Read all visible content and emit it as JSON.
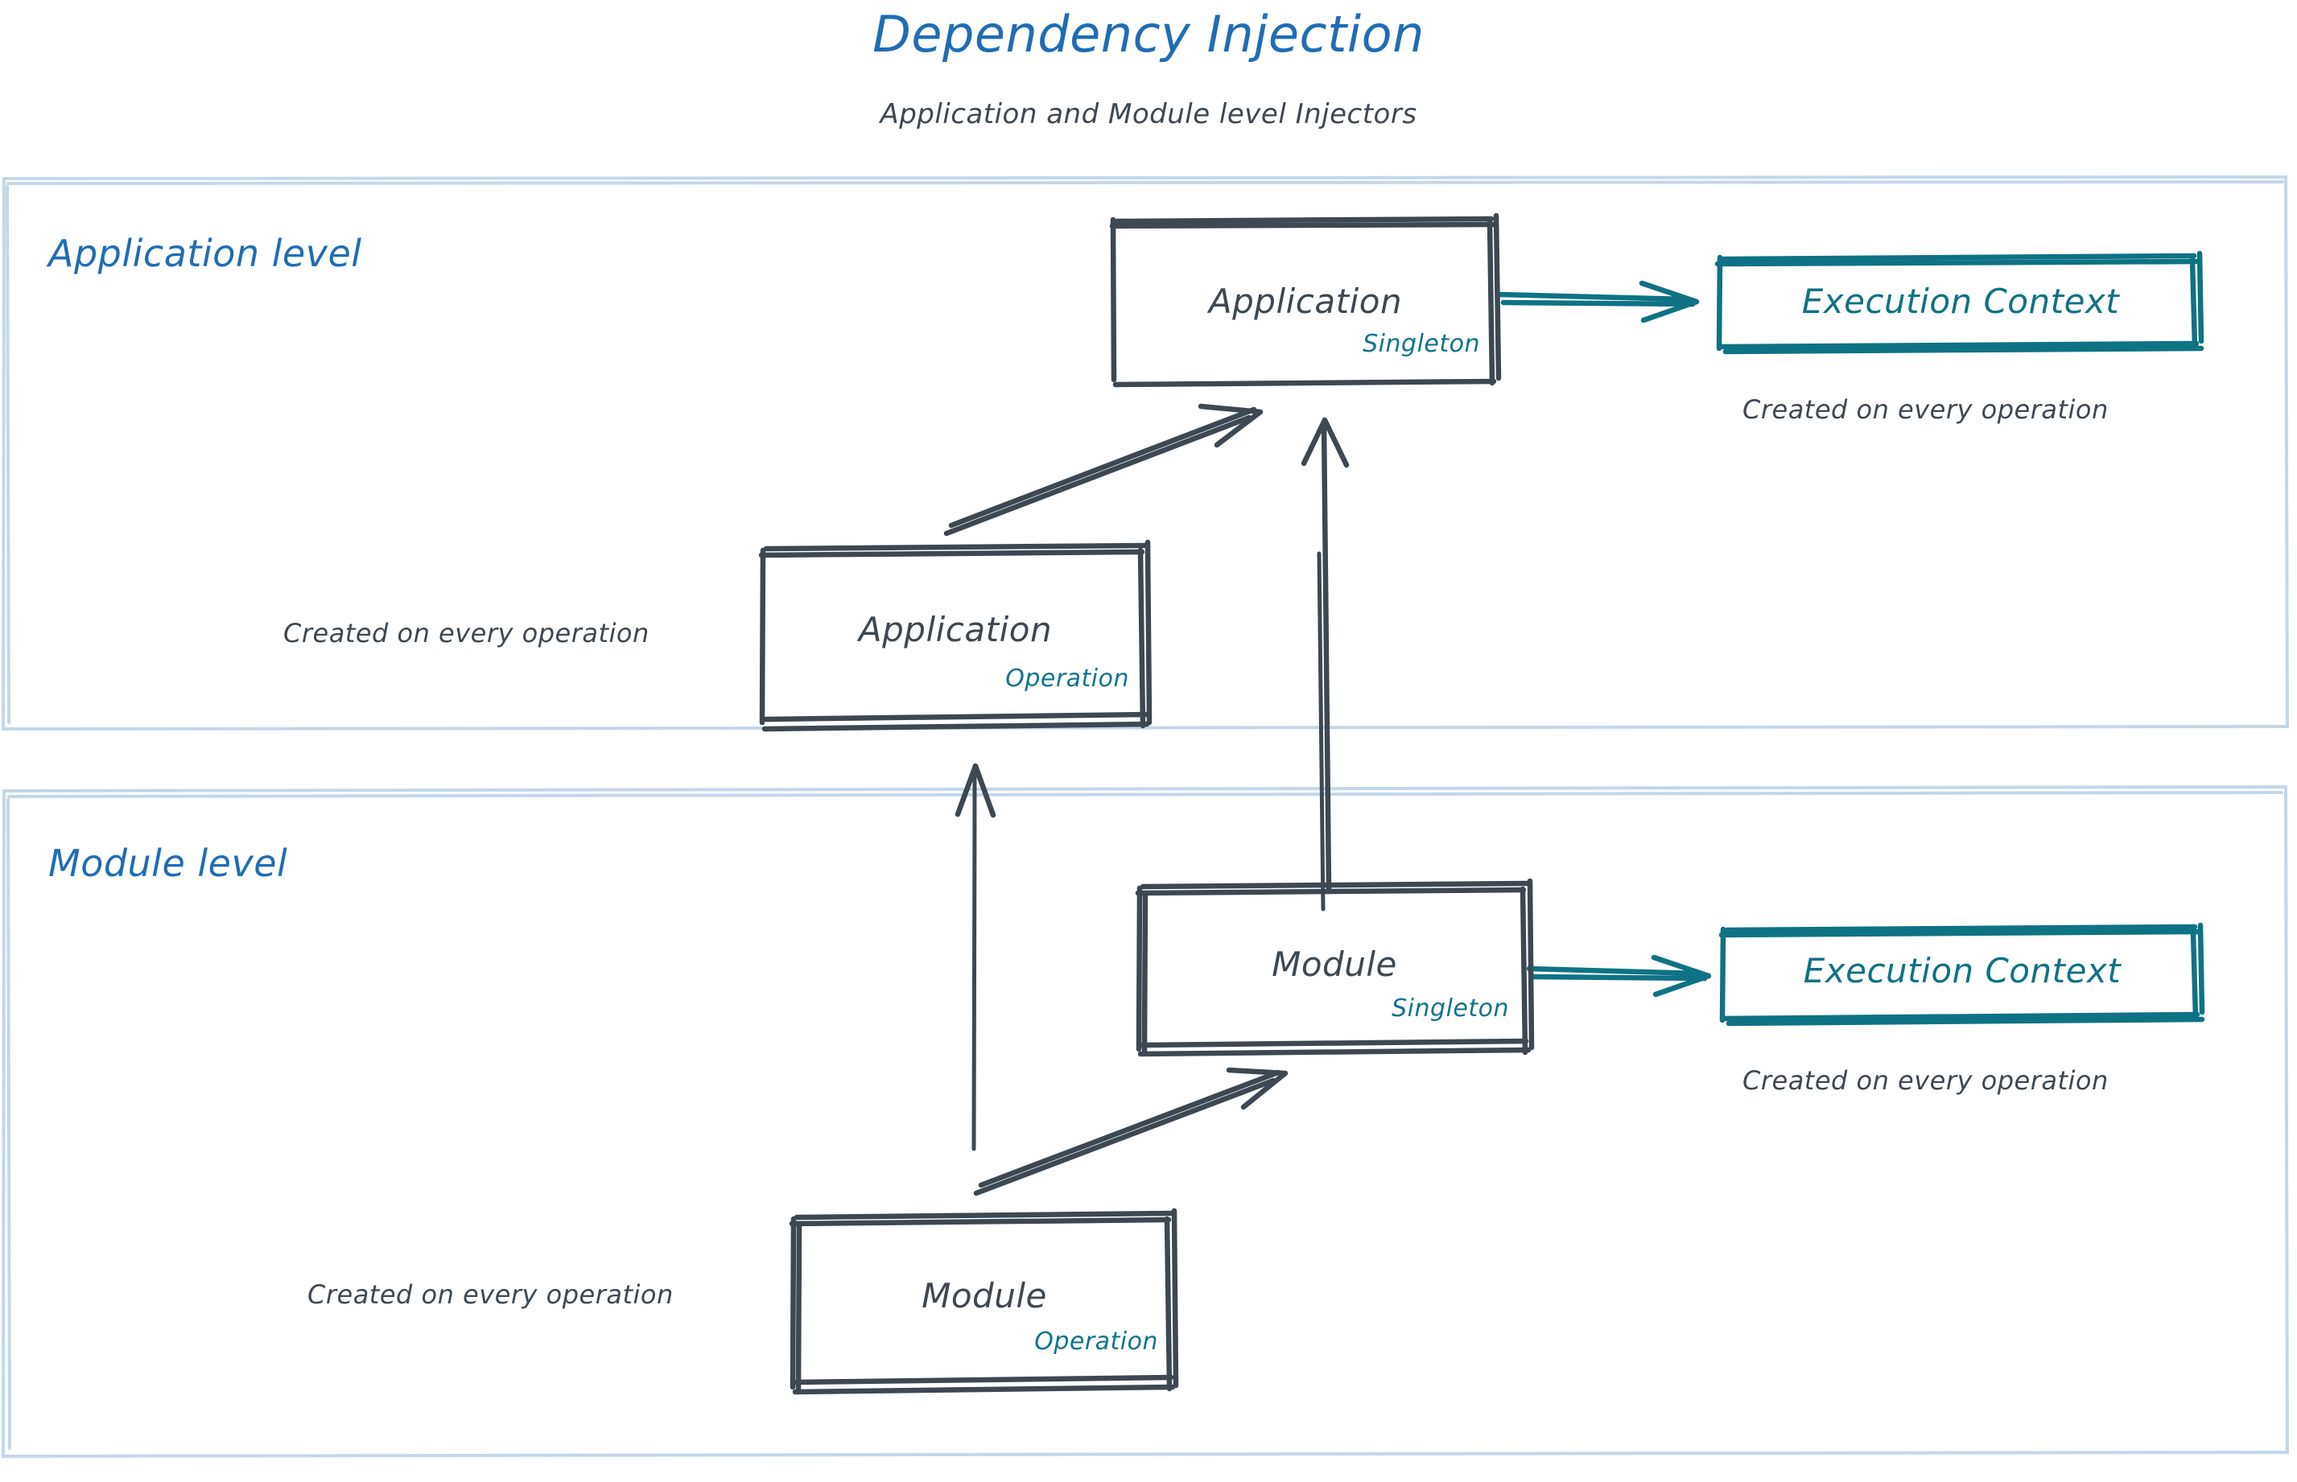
{
  "header": {
    "title": "Dependency Injection",
    "subtitle": "Application and Module level Injectors"
  },
  "colors": {
    "title_blue": "#1f6db4",
    "panel_border": "#c3d7ea",
    "ink": "#3d4852",
    "teal": "#0f7285",
    "badge_teal": "#0e7490",
    "background": "#ffffff"
  },
  "panels": [
    {
      "id": "application-level",
      "label": "Application level"
    },
    {
      "id": "module-level",
      "label": "Module level"
    }
  ],
  "nodes": {
    "application_singleton": {
      "title": "Application",
      "badge": "Singleton"
    },
    "application_operation": {
      "title": "Application",
      "badge": "Operation",
      "caption": "Created on every operation"
    },
    "application_execution_context": {
      "title": "Execution Context",
      "caption": "Created on every operation"
    },
    "module_singleton": {
      "title": "Module",
      "badge": "Singleton"
    },
    "module_operation": {
      "title": "Module",
      "badge": "Operation",
      "caption": "Created on every operation"
    },
    "module_execution_context": {
      "title": "Execution Context",
      "caption": "Created on every operation"
    }
  },
  "edges": [
    {
      "id": "app-singleton-to-exec-context",
      "from": "application_singleton",
      "to": "application_execution_context",
      "style": "teal-double",
      "direction": "right"
    },
    {
      "id": "app-operation-to-app-singleton",
      "from": "application_operation",
      "to": "application_singleton",
      "style": "ink-double",
      "direction": "up-right"
    },
    {
      "id": "module-singleton-to-app-singleton",
      "from": "module_singleton",
      "to": "application_singleton",
      "style": "ink-double",
      "direction": "up"
    },
    {
      "id": "module-operation-to-app-operation",
      "from": "module_operation",
      "to": "application_operation",
      "style": "ink-single",
      "direction": "up"
    },
    {
      "id": "module-operation-to-module-singleton",
      "from": "module_operation",
      "to": "module_singleton",
      "style": "ink-double",
      "direction": "up-right"
    },
    {
      "id": "module-singleton-to-exec-context",
      "from": "module_singleton",
      "to": "module_execution_context",
      "style": "teal-double",
      "direction": "right"
    }
  ]
}
